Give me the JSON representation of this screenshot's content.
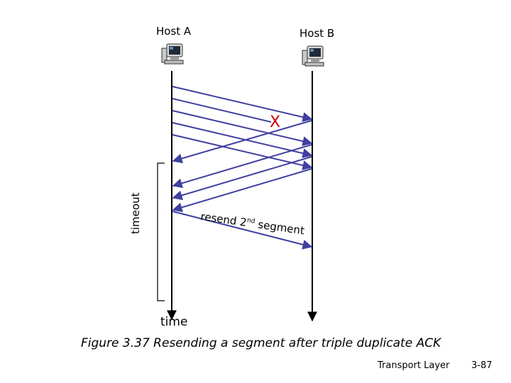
{
  "hosts": {
    "a_label": "Host A",
    "b_label": "Host B"
  },
  "loss_mark": "X",
  "timeout_label": "timeout",
  "resend": {
    "prefix": "resend 2",
    "superscript": "nd",
    "suffix": " segment"
  },
  "time_label": "time",
  "caption": "Figure 3.37 Resending a segment after triple duplicate ACK",
  "footer": {
    "left": "Transport Layer",
    "right": "3-87"
  },
  "colors": {
    "arrow": "#4040a0",
    "timeline": "#000000",
    "loss": "#cc0000"
  }
}
